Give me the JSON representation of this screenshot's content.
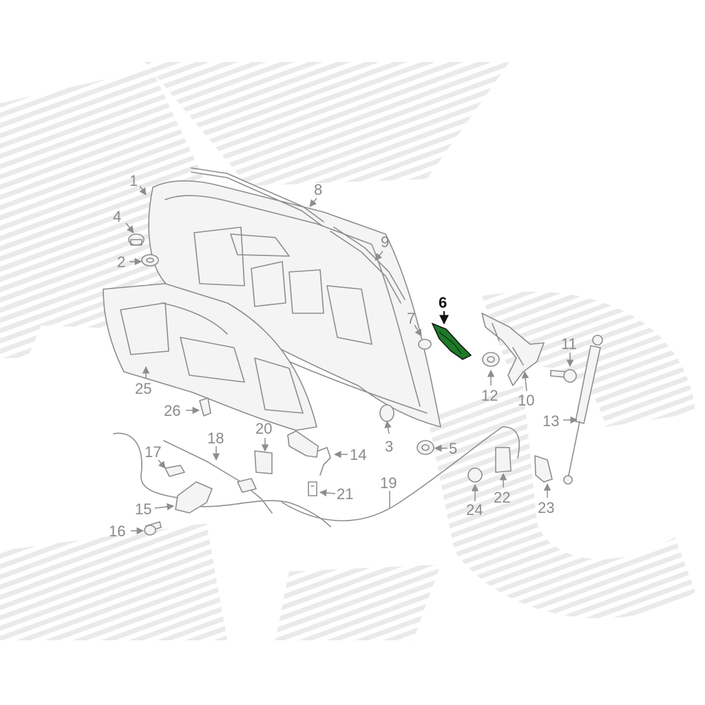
{
  "diagram": {
    "highlight_color": "#1e7a2a",
    "highlighted_part": "6",
    "callouts": [
      "1",
      "2",
      "3",
      "4",
      "5",
      "6",
      "7",
      "8",
      "9",
      "10",
      "11",
      "12",
      "13",
      "14",
      "15",
      "16",
      "17",
      "18",
      "19",
      "20",
      "21",
      "22",
      "23",
      "24",
      "25",
      "26"
    ]
  }
}
